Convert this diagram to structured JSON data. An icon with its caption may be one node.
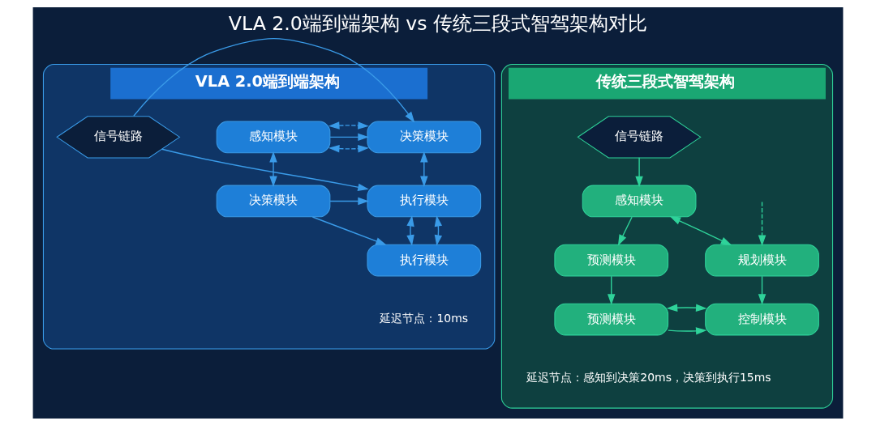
{
  "diagram": {
    "title": "VLA 2.0端到端架构 vs 传统三段式智驾架构对比",
    "nodes": [
      {
        "text": [
          "VLA 2.0端到端架构"
        ]
      },
      {
        "text": [
          "感知模块"
        ],
        "in": 0
      },
      {
        "text": [
          "决策模块"
        ],
        "in": 0
      },
      {
        "text": [
          "信号链路"
        ],
        "in": 0
      },
      {
        "text": [
          "决策模块"
        ],
        "in": 0
      },
      {
        "text": [
          "执行模块"
        ],
        "in": 0
      },
      {
        "text": [
          "执行模块"
        ],
        "in": 0
      },
      {
        "text": [
          "传统三段式智驾架构"
        ]
      },
      {
        "text": [
          "信号链路"
        ],
        "in": 7
      },
      {
        "text": [
          "感知模块"
        ],
        "in": 7
      },
      {
        "text": [
          "规划模块"
        ],
        "in": 7
      },
      {
        "text": [
          "预测模块"
        ],
        "in": 7
      },
      {
        "text": [
          "预测模块"
        ],
        "in": 7
      },
      {
        "text": [
          "控制模块"
        ],
        "in": 7
      }
    ],
    "edges": [
      {
        "from": 1,
        "to": 2,
        "arrow": "both",
        "style": "dashed"
      },
      {
        "from": 1,
        "to": 2,
        "arrow": "to"
      },
      {
        "from": 1,
        "to": 4,
        "arrow": "both"
      },
      {
        "from": 3,
        "to": 2,
        "arrow": "to"
      },
      {
        "from": 3,
        "to": 5,
        "arrow": "to"
      },
      {
        "from": 2,
        "to": 5,
        "arrow": "both"
      },
      {
        "from": 4,
        "to": 5,
        "arrow": "to"
      },
      {
        "from": 4,
        "to": 6,
        "arrow": "to"
      },
      {
        "from": 5,
        "to": 6,
        "arrow": "both"
      },
      {
        "from": 6,
        "to": 5,
        "arrow": "both"
      },
      {
        "from": 1,
        "to": 2,
        "arrow": "both",
        "style": "dashed"
      },
      {
        "from": 8,
        "to": 9,
        "arrow": "to",
        "color": "#2fd39a"
      },
      {
        "from": 9,
        "to": 10,
        "arrow": "both",
        "color": "#2fd39a"
      },
      {
        "from": 9,
        "to": 11,
        "arrow": "to",
        "color": "#2fd39a"
      },
      {
        "from": 11,
        "to": 12,
        "arrow": "to",
        "color": "#2fd39a"
      },
      {
        "from": 12,
        "to": 13,
        "arrow": "to",
        "color": "#2fd39a"
      },
      {
        "from": 10,
        "to": 13,
        "arrow": "to",
        "color": "#2fd39a"
      },
      {
        "from": 12,
        "to": 13,
        "arrow": "both",
        "color": "#2fd39a"
      },
      {
        "from": null,
        "to": 10,
        "arrow": "to",
        "style": "dashed",
        "color": "#2fd39a"
      }
    ],
    "labels": [
      "延迟节点：10ms",
      "延迟节点：感知到决策20ms，决策到执行15ms"
    ]
  }
}
